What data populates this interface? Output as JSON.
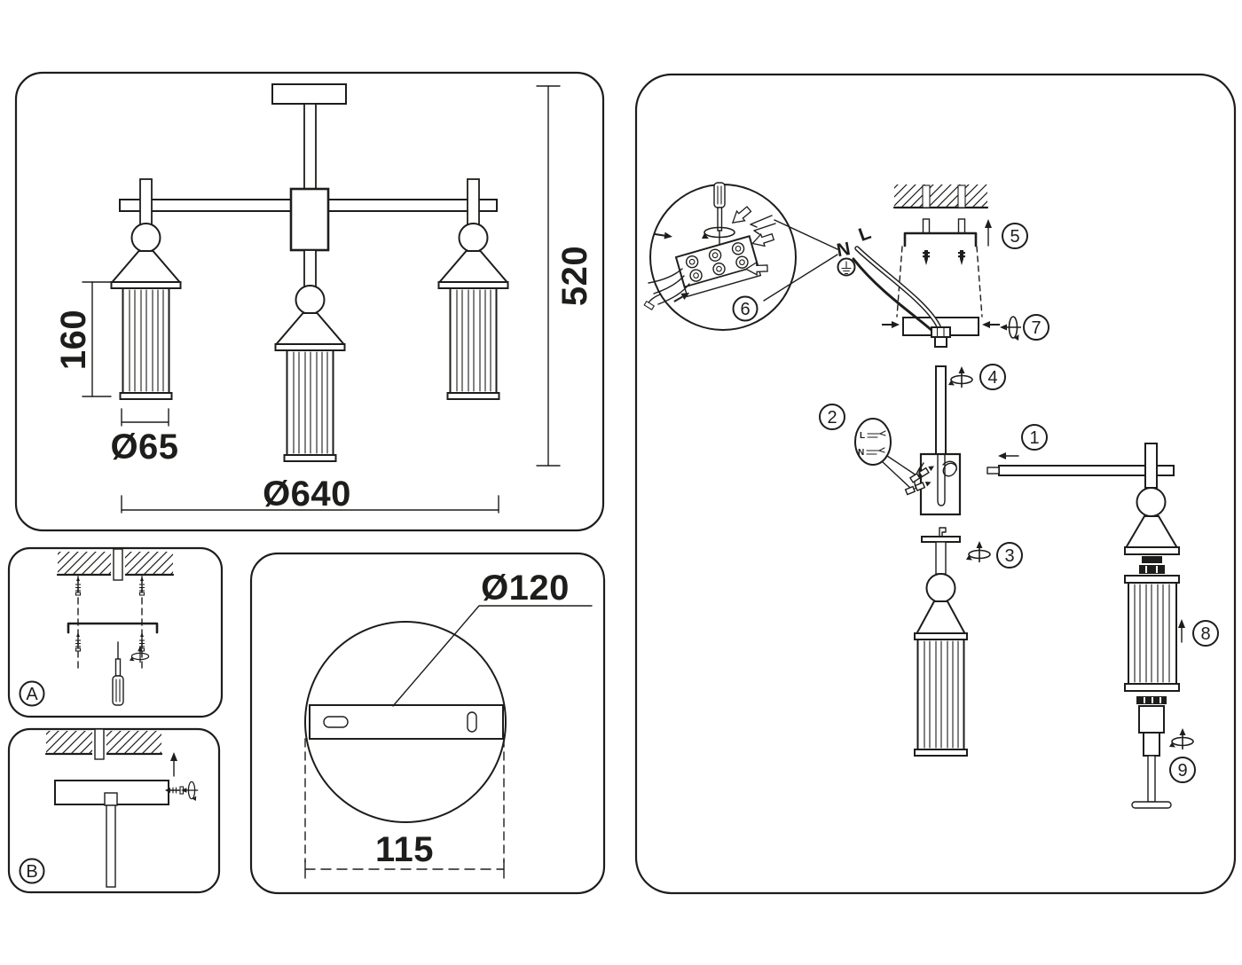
{
  "sheet": {
    "dimension_panel": {
      "total_height": "520",
      "shade_height": "160",
      "shade_diameter": "Ø65",
      "fixture_diameter": "Ø640"
    },
    "mounting_detail_a": {
      "label": "A"
    },
    "mounting_detail_b": {
      "label": "B"
    },
    "canopy_detail": {
      "canopy_diameter": "Ø120",
      "hole_spacing": "115"
    },
    "assembly_panel": {
      "step_numbers": [
        "1",
        "2",
        "3",
        "4",
        "5",
        "6",
        "7",
        "8",
        "9"
      ],
      "wiring": {
        "neutral": "N",
        "live": "L",
        "connector_live": "L",
        "connector_neutral": "N"
      }
    }
  }
}
